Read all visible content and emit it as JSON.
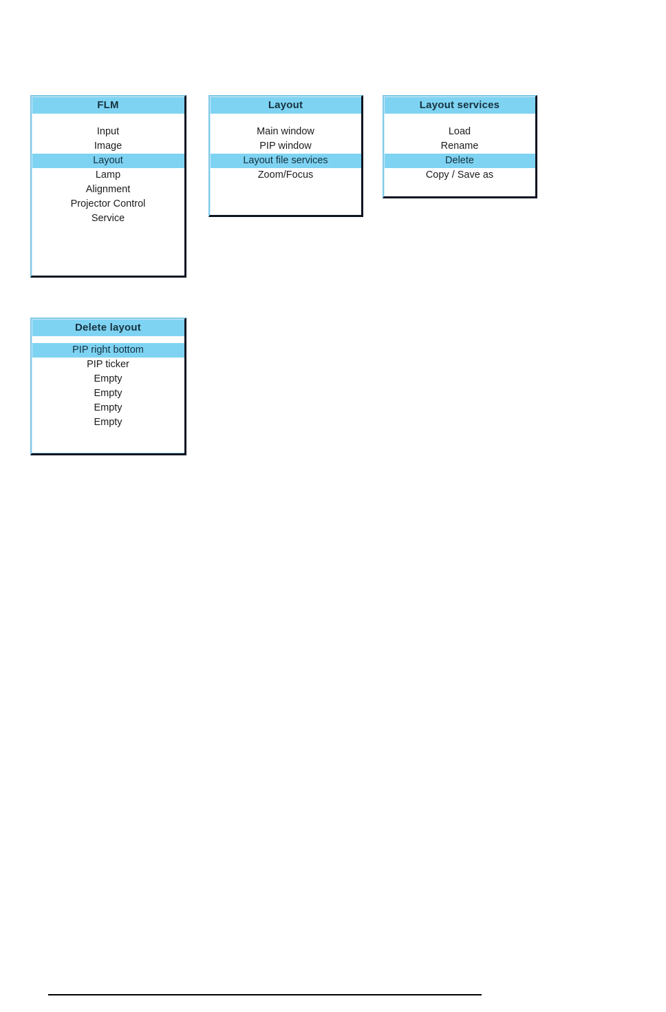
{
  "theme": {
    "title_bar_color": "#7FD3F2",
    "highlight_color": "#7FD3F2",
    "panel_background": "#FFFFFF",
    "panel_border_dark": "#0B1420",
    "panel_border_light": "#7EC8E8",
    "text_color": "#1B1B1B"
  },
  "menus": [
    {
      "id": "flm",
      "title": "FLM",
      "items": [
        {
          "label": "Input",
          "selected": false
        },
        {
          "label": "Image",
          "selected": false
        },
        {
          "label": "Layout",
          "selected": true
        },
        {
          "label": "Lamp",
          "selected": false
        },
        {
          "label": "Alignment",
          "selected": false
        },
        {
          "label": "Projector Control",
          "selected": false
        },
        {
          "label": "Service",
          "selected": false
        }
      ]
    },
    {
      "id": "layout",
      "title": "Layout",
      "items": [
        {
          "label": "Main window",
          "selected": false
        },
        {
          "label": "PIP window",
          "selected": false
        },
        {
          "label": "Layout file services",
          "selected": true
        },
        {
          "label": "Zoom/Focus",
          "selected": false
        }
      ]
    },
    {
      "id": "layout-services",
      "title": "Layout services",
      "items": [
        {
          "label": "Load",
          "selected": false
        },
        {
          "label": "Rename",
          "selected": false
        },
        {
          "label": "Delete",
          "selected": true
        },
        {
          "label": "Copy / Save as",
          "selected": false
        }
      ]
    },
    {
      "id": "delete-layout",
      "title": "Delete layout",
      "items": [
        {
          "label": "PIP right bottom",
          "selected": true
        },
        {
          "label": "PIP ticker",
          "selected": false
        },
        {
          "label": "Empty",
          "selected": false
        },
        {
          "label": "Empty",
          "selected": false
        },
        {
          "label": "Empty",
          "selected": false
        },
        {
          "label": "Empty",
          "selected": false
        }
      ]
    }
  ]
}
